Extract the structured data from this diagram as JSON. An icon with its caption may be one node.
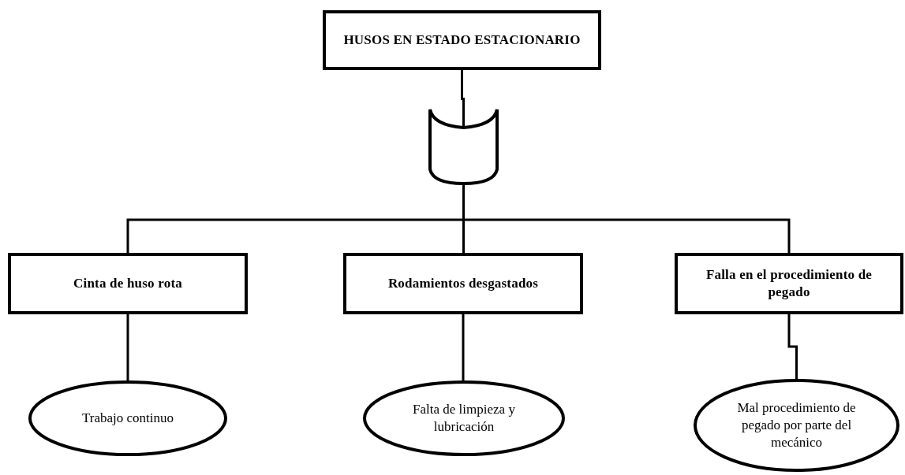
{
  "diagram": {
    "nodes": [
      {
        "text": [
          "HUSOS EN ESTADO ESTACIONARIO"
        ]
      },
      {
        "text": [],
        "shape": "gate"
      },
      {
        "text": [
          "Cinta de huso rota"
        ]
      },
      {
        "text": [
          "Rodamientos desgastados"
        ]
      },
      {
        "text": [
          "Falla en el procedimiento de pegado"
        ]
      },
      {
        "text": [
          "Trabajo continuo"
        ]
      },
      {
        "text": [
          "Falta de limpieza y lubricación"
        ]
      },
      {
        "text": [
          "Mal procedimiento de pegado por parte del mecánico"
        ]
      }
    ],
    "edges": [
      {
        "from": 0,
        "to": 1,
        "arrow": "none"
      },
      {
        "from": 1,
        "to": 2,
        "arrow": "none"
      },
      {
        "from": 1,
        "to": 3,
        "arrow": "none"
      },
      {
        "from": 1,
        "to": 4,
        "arrow": "none"
      },
      {
        "from": 2,
        "to": 5,
        "arrow": "none"
      },
      {
        "from": 3,
        "to": 6,
        "arrow": "none"
      },
      {
        "from": 4,
        "to": 7,
        "arrow": "none"
      }
    ]
  }
}
